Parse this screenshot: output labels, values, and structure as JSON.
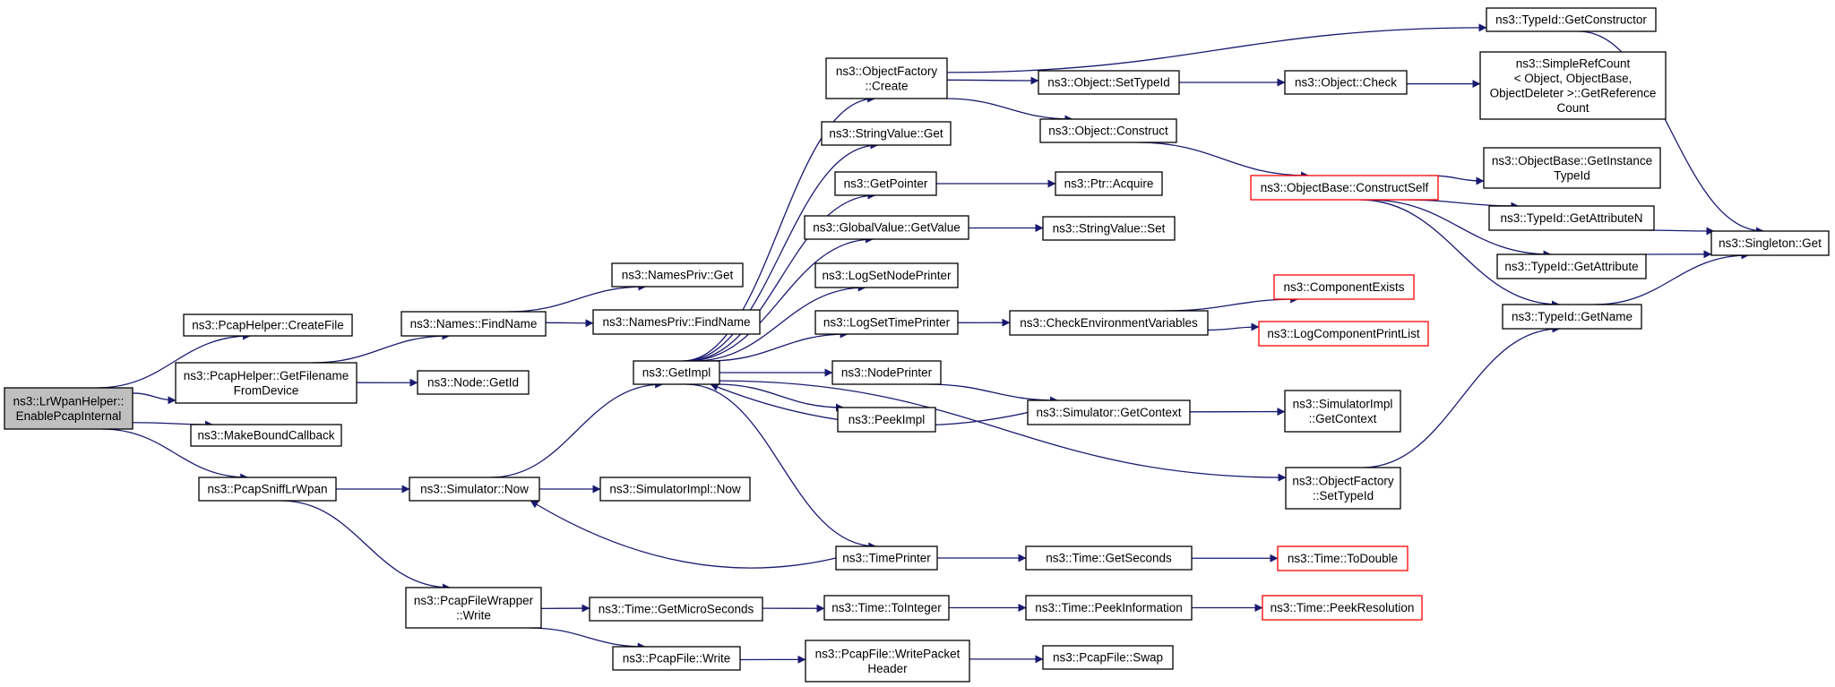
{
  "colors": {
    "edge": "#191970",
    "node_border": "#000000",
    "node_border_incomplete": "#ff0000",
    "root_fill": "#bfbfbf",
    "node_fill": "#ffffff"
  },
  "graph": {
    "nodes": [
      {
        "id": "root",
        "lines": [
          "ns3::LrWpanHelper::",
          "EnablePcapInternal"
        ],
        "root": true
      },
      {
        "id": "createfile",
        "lines": [
          "ns3::PcapHelper::CreateFile"
        ]
      },
      {
        "id": "getfilename",
        "lines": [
          "ns3::PcapHelper::GetFilename",
          "FromDevice"
        ]
      },
      {
        "id": "makebound",
        "lines": [
          "ns3::MakeBoundCallback"
        ]
      },
      {
        "id": "sniff",
        "lines": [
          "ns3::PcapSniffLrWpan"
        ]
      },
      {
        "id": "findname",
        "lines": [
          "ns3::Names::FindName"
        ]
      },
      {
        "id": "nodegetid",
        "lines": [
          "ns3::Node::GetId"
        ]
      },
      {
        "id": "namesprivget",
        "lines": [
          "ns3::NamesPriv::Get"
        ]
      },
      {
        "id": "namesprivfind",
        "lines": [
          "ns3::NamesPriv::FindName"
        ]
      },
      {
        "id": "simnow",
        "lines": [
          "ns3::Simulator::Now"
        ]
      },
      {
        "id": "simimplnow",
        "lines": [
          "ns3::SimulatorImpl::Now"
        ]
      },
      {
        "id": "pfwwrite",
        "lines": [
          "ns3::PcapFileWrapper",
          "::Write"
        ]
      },
      {
        "id": "getimpl",
        "lines": [
          "ns3::GetImpl"
        ]
      },
      {
        "id": "getmicro",
        "lines": [
          "ns3::Time::GetMicroSeconds"
        ]
      },
      {
        "id": "pfwrite",
        "lines": [
          "ns3::PcapFile::Write"
        ]
      },
      {
        "id": "ofcreate",
        "lines": [
          "ns3::ObjectFactory",
          "::Create"
        ]
      },
      {
        "id": "strget",
        "lines": [
          "ns3::StringValue::Get"
        ]
      },
      {
        "id": "getpointer",
        "lines": [
          "ns3::GetPointer"
        ]
      },
      {
        "id": "gvgetvalue",
        "lines": [
          "ns3::GlobalValue::GetValue"
        ]
      },
      {
        "id": "logsetnode",
        "lines": [
          "ns3::LogSetNodePrinter"
        ]
      },
      {
        "id": "logsettime",
        "lines": [
          "ns3::LogSetTimePrinter"
        ]
      },
      {
        "id": "nodeprinter",
        "lines": [
          "ns3::NodePrinter"
        ]
      },
      {
        "id": "peekimpl",
        "lines": [
          "ns3::PeekImpl"
        ]
      },
      {
        "id": "timeprinter",
        "lines": [
          "ns3::TimePrinter"
        ]
      },
      {
        "id": "tointeger",
        "lines": [
          "ns3::Time::ToInteger"
        ]
      },
      {
        "id": "writepkthdr",
        "lines": [
          "ns3::PcapFile::WritePacket",
          "Header"
        ]
      },
      {
        "id": "settypeid",
        "lines": [
          "ns3::Object::SetTypeId"
        ]
      },
      {
        "id": "construct",
        "lines": [
          "ns3::Object::Construct"
        ]
      },
      {
        "id": "ptracquire",
        "lines": [
          "ns3::Ptr::Acquire"
        ]
      },
      {
        "id": "strset",
        "lines": [
          "ns3::StringValue::Set"
        ]
      },
      {
        "id": "checkenv",
        "lines": [
          "ns3::CheckEnvironmentVariables"
        ]
      },
      {
        "id": "simgetctx",
        "lines": [
          "ns3::Simulator::GetContext"
        ]
      },
      {
        "id": "getseconds",
        "lines": [
          "ns3::Time::GetSeconds"
        ]
      },
      {
        "id": "peekinfo",
        "lines": [
          "ns3::Time::PeekInformation"
        ]
      },
      {
        "id": "swap",
        "lines": [
          "ns3::PcapFile::Swap"
        ]
      },
      {
        "id": "gettypeidctor",
        "lines": [
          "ns3::TypeId::GetConstructor"
        ]
      },
      {
        "id": "objcheck",
        "lines": [
          "ns3::Object::Check"
        ]
      },
      {
        "id": "constructself",
        "lines": [
          "ns3::ObjectBase::ConstructSelf"
        ],
        "incomplete": true
      },
      {
        "id": "compexists",
        "lines": [
          "ns3::ComponentExists"
        ],
        "incomplete": true
      },
      {
        "id": "logcompprint",
        "lines": [
          "ns3::LogComponentPrintList"
        ],
        "incomplete": true
      },
      {
        "id": "simimplctx",
        "lines": [
          "ns3::SimulatorImpl",
          "::GetContext"
        ]
      },
      {
        "id": "ofsettypeid",
        "lines": [
          "ns3::ObjectFactory",
          "::SetTypeId"
        ]
      },
      {
        "id": "todouble",
        "lines": [
          "ns3::Time::ToDouble"
        ],
        "incomplete": true
      },
      {
        "id": "peekres",
        "lines": [
          "ns3::Time::PeekResolution"
        ],
        "incomplete": true
      },
      {
        "id": "refcount",
        "lines": [
          "ns3::SimpleRefCount",
          "< Object, ObjectBase,",
          "ObjectDeleter >::GetReference",
          "Count"
        ]
      },
      {
        "id": "getinstancetid",
        "lines": [
          "ns3::ObjectBase::GetInstance",
          "TypeId"
        ]
      },
      {
        "id": "getattrn",
        "lines": [
          "ns3::TypeId::GetAttributeN"
        ]
      },
      {
        "id": "getattr",
        "lines": [
          "ns3::TypeId::GetAttribute"
        ]
      },
      {
        "id": "getname",
        "lines": [
          "ns3::TypeId::GetName"
        ]
      },
      {
        "id": "singleton",
        "lines": [
          "ns3::Singleton::Get"
        ]
      }
    ],
    "edges": [
      [
        "root",
        "createfile"
      ],
      [
        "root",
        "getfilename"
      ],
      [
        "root",
        "makebound"
      ],
      [
        "root",
        "sniff"
      ],
      [
        "getfilename",
        "findname"
      ],
      [
        "getfilename",
        "nodegetid"
      ],
      [
        "findname",
        "namesprivget"
      ],
      [
        "findname",
        "namesprivfind"
      ],
      [
        "sniff",
        "simnow"
      ],
      [
        "sniff",
        "pfwwrite"
      ],
      [
        "simnow",
        "getimpl"
      ],
      [
        "simnow",
        "simimplnow"
      ],
      [
        "pfwwrite",
        "getmicro"
      ],
      [
        "pfwwrite",
        "pfwrite"
      ],
      [
        "getimpl",
        "ofcreate"
      ],
      [
        "getimpl",
        "strget"
      ],
      [
        "getimpl",
        "getpointer"
      ],
      [
        "getimpl",
        "gvgetvalue"
      ],
      [
        "getimpl",
        "logsetnode"
      ],
      [
        "getimpl",
        "logsettime"
      ],
      [
        "getimpl",
        "nodeprinter"
      ],
      [
        "getimpl",
        "peekimpl"
      ],
      [
        "getimpl",
        "timeprinter"
      ],
      [
        "getimpl",
        "ofsettypeid"
      ],
      [
        "timeprinter",
        "simnow"
      ],
      [
        "simgetctx",
        "getimpl"
      ],
      [
        "ofcreate",
        "gettypeidctor"
      ],
      [
        "ofcreate",
        "settypeid"
      ],
      [
        "ofcreate",
        "construct"
      ],
      [
        "settypeid",
        "objcheck"
      ],
      [
        "objcheck",
        "refcount"
      ],
      [
        "construct",
        "constructself"
      ],
      [
        "getpointer",
        "ptracquire"
      ],
      [
        "gvgetvalue",
        "strset"
      ],
      [
        "logsettime",
        "checkenv"
      ],
      [
        "checkenv",
        "compexists"
      ],
      [
        "checkenv",
        "logcompprint"
      ],
      [
        "nodeprinter",
        "simgetctx"
      ],
      [
        "simgetctx",
        "simimplctx"
      ],
      [
        "timeprinter",
        "getseconds"
      ],
      [
        "getseconds",
        "todouble"
      ],
      [
        "getmicro",
        "tointeger"
      ],
      [
        "tointeger",
        "peekinfo"
      ],
      [
        "peekinfo",
        "peekres"
      ],
      [
        "pfwrite",
        "writepkthdr"
      ],
      [
        "writepkthdr",
        "swap"
      ],
      [
        "constructself",
        "getinstancetid"
      ],
      [
        "constructself",
        "getattrn"
      ],
      [
        "constructself",
        "getattr"
      ],
      [
        "constructself",
        "getname"
      ],
      [
        "getattrn",
        "singleton"
      ],
      [
        "getattr",
        "singleton"
      ],
      [
        "getname",
        "singleton"
      ],
      [
        "gettypeidctor",
        "singleton"
      ],
      [
        "ofsettypeid",
        "getname"
      ]
    ]
  }
}
